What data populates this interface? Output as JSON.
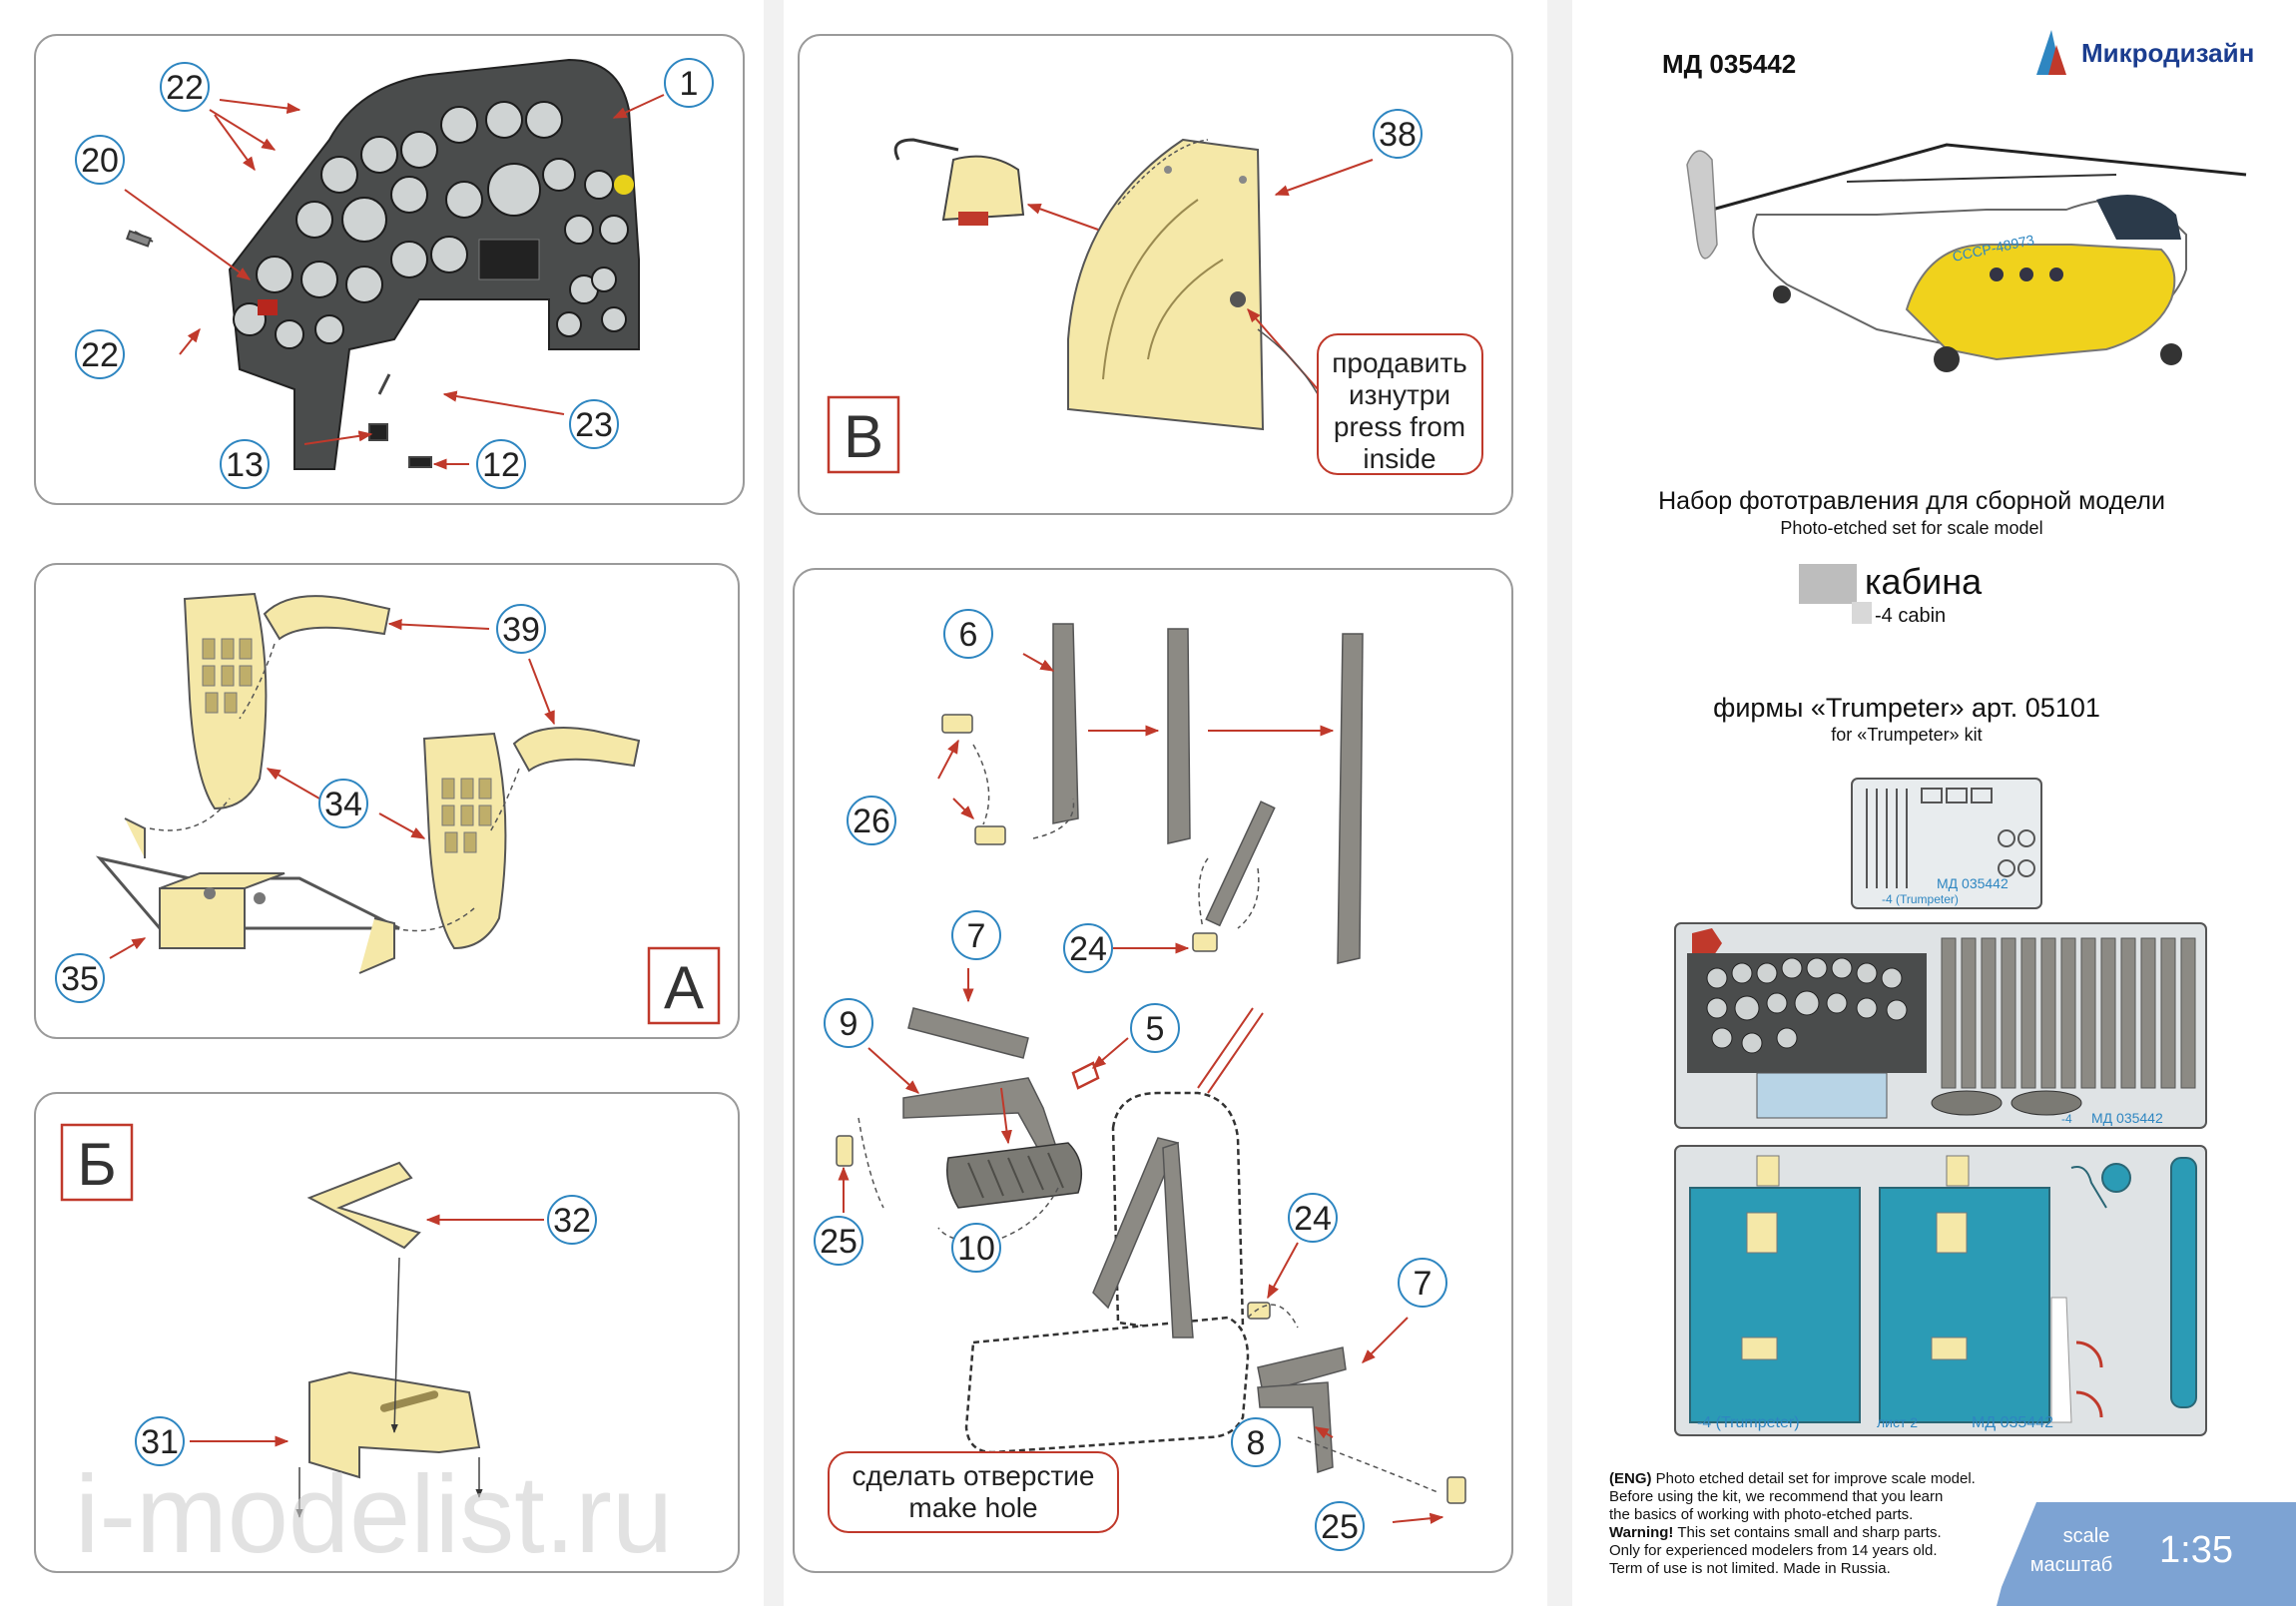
{
  "panels": {
    "dashboard": {
      "callouts": {
        "c1": "1",
        "c22a": "22",
        "c20": "20",
        "c22b": "22",
        "c23": "23",
        "c13": "13",
        "c12": "12"
      }
    },
    "seat_back": {
      "letter": "В",
      "callouts": {
        "c38": "38"
      },
      "note_ru_1": "продавить",
      "note_ru_2": "изнутри",
      "note_en_1": "press from",
      "note_en_2": "inside"
    },
    "pedals": {
      "letter": "А",
      "callouts": {
        "c39": "39",
        "c34": "34",
        "c35": "35"
      }
    },
    "bracket": {
      "letter": "Б",
      "callouts": {
        "c32": "32",
        "c31": "31"
      }
    },
    "belts": {
      "callouts": {
        "c6": "6",
        "c26": "26",
        "c24a": "24",
        "c7a": "7",
        "c5": "5",
        "c9": "9",
        "c25a": "25",
        "c10": "10",
        "c24b": "24",
        "c7b": "7",
        "c8": "8",
        "c25b": "25"
      },
      "note_ru": "сделать отверстие",
      "note_en": "make hole"
    }
  },
  "header": {
    "code": "МД 035442",
    "brand": "Микродизайн",
    "registration": "СССР-48973",
    "title_ru": "Набор фототравления для сборной модели",
    "title_en": "Photo-etched set for scale model",
    "product_ru": "кабина",
    "product_en": "-4 cabin",
    "kit_ru": "фирмы «Trumpeter» арт. 05101",
    "kit_en": "for «Trumpeter» kit"
  },
  "frets": {
    "fret1_code": "МД 035442",
    "fret1_label": "-4 (Trumpeter)",
    "fret2_code": "МД 035442",
    "fret2_label": "-4",
    "fret3_label": "-4 (Trumpeter)",
    "fret3_sheet": "лист 2",
    "fret3_code": "МД 035442"
  },
  "footer": {
    "eng_label": "(ENG)",
    "line1": "Photo etched detail set for improve scale model.",
    "line2": "Before using the kit, we recommend that you learn",
    "line3": "the basics of working with photo-etched parts.",
    "warning_label": "Warning!",
    "line4": "This set contains small and sharp parts.",
    "line5": "Only for experienced modelers from 14 years old.",
    "line6": "Term of use is not limited. Made in Russia.",
    "scale_en": "scale",
    "scale_ru": "масштаб",
    "scale_value": "1:35"
  },
  "watermark": "i-modelist.ru",
  "colors": {
    "yellow_part": "#f5e8a8",
    "belt_grey": "#8c8a84",
    "panel_dark": "#4a4c4c",
    "callout_ring": "#2e86c1",
    "arrow_red": "#c0392b",
    "fret_teal": "#2b9bb5",
    "heli_yellow": "#f0d21c",
    "scale_blue": "#7da3d3"
  }
}
